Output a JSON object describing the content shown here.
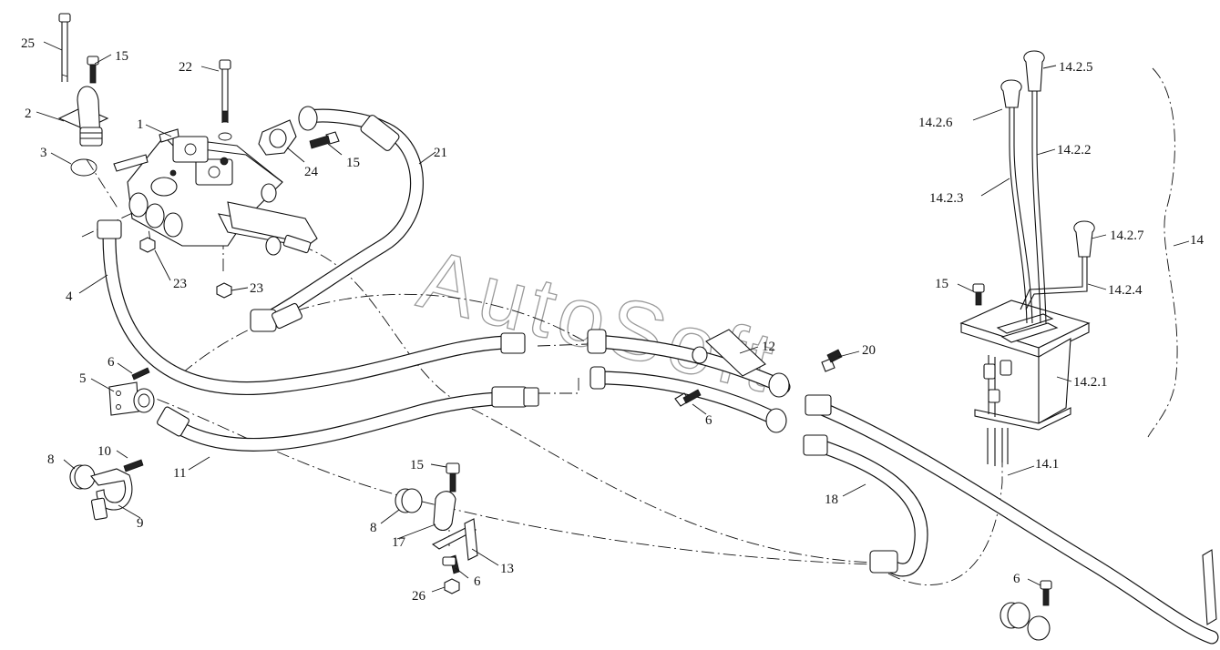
{
  "watermark": "AutoSoft",
  "labels": {
    "l1": "1",
    "l2": "2",
    "l3": "3",
    "l4": "4",
    "l5": "5",
    "l6a": "6",
    "l6b": "6",
    "l6c": "6",
    "l6d": "6",
    "l8a": "8",
    "l8b": "8",
    "l9": "9",
    "l10": "10",
    "l11": "11",
    "l12": "12",
    "l13": "13",
    "l14": "14",
    "l14_1": "14.1",
    "l14_2_1": "14.2.1",
    "l14_2_2": "14.2.2",
    "l14_2_3": "14.2.3",
    "l14_2_4": "14.2.4",
    "l14_2_5": "14.2.5",
    "l14_2_6": "14.2.6",
    "l14_2_7": "14.2.7",
    "l15a": "15",
    "l15b": "15",
    "l15c": "15",
    "l15d": "15",
    "l17": "17",
    "l18": "18",
    "l20": "20",
    "l21": "21",
    "l22": "22",
    "l23a": "23",
    "l23b": "23",
    "l24": "24",
    "l25": "25",
    "l26": "26"
  }
}
